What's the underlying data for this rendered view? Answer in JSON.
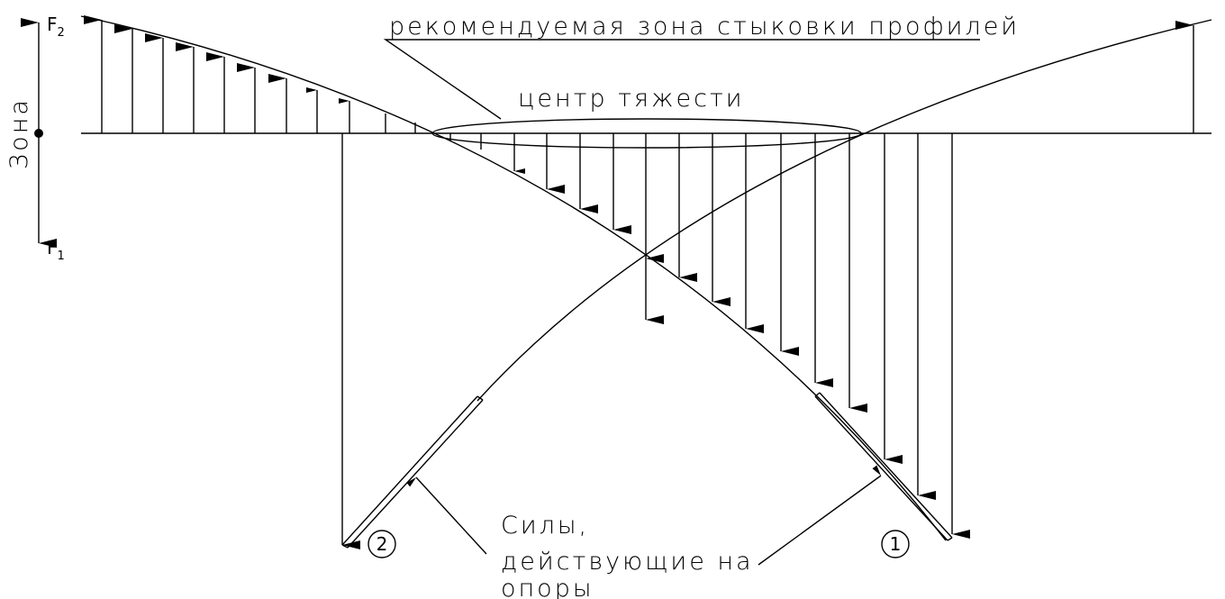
{
  "labels": {
    "recommended_zone": "рекомендуемая зона стыковки профилей",
    "center_of_gravity": "центр тяжести",
    "zone": "Зона",
    "force_top": "F",
    "force_top_sub": "2",
    "force_bottom": "F",
    "force_bottom_sub": "1",
    "support_2": "2",
    "support_1": "1",
    "forces_line1": "Силы,",
    "forces_line2": "действующие на",
    "forces_line3": "опоры"
  },
  "colors": {
    "ink": "#000000",
    "paper": "#ffffff"
  }
}
